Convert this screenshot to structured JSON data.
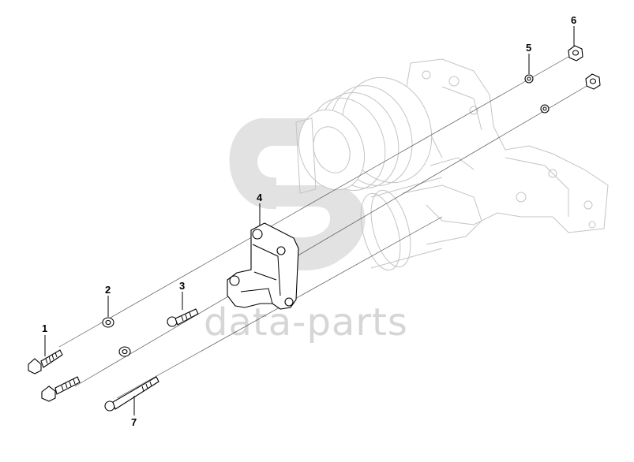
{
  "diagram": {
    "watermark": {
      "text": "data-parts",
      "color": "#d6d6d6"
    },
    "callouts": [
      {
        "id": "1",
        "label": "1"
      },
      {
        "id": "2",
        "label": "2"
      },
      {
        "id": "3",
        "label": "3"
      },
      {
        "id": "4",
        "label": "4"
      },
      {
        "id": "5",
        "label": "5"
      },
      {
        "id": "6",
        "label": "6"
      },
      {
        "id": "7",
        "label": "7"
      }
    ],
    "colors": {
      "line": "#000000",
      "ghost": "#c4c4c4",
      "background": "#ffffff"
    }
  }
}
